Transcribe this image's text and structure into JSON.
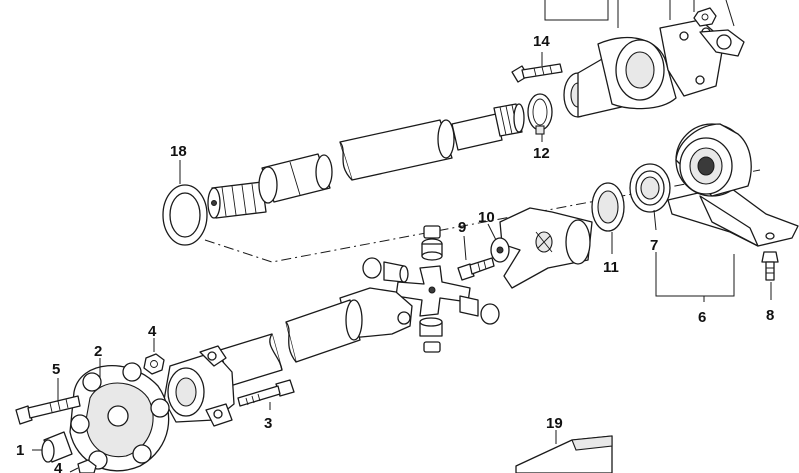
{
  "callouts": {
    "c1": "1",
    "c2": "2",
    "c3": "3",
    "c4a": "4",
    "c4b": "4",
    "c5": "5",
    "c6": "6",
    "c7": "7",
    "c8": "8",
    "c9": "9",
    "c10": "10",
    "c11": "11",
    "c12": "12",
    "c14": "14",
    "c18": "18",
    "c19": "19"
  }
}
